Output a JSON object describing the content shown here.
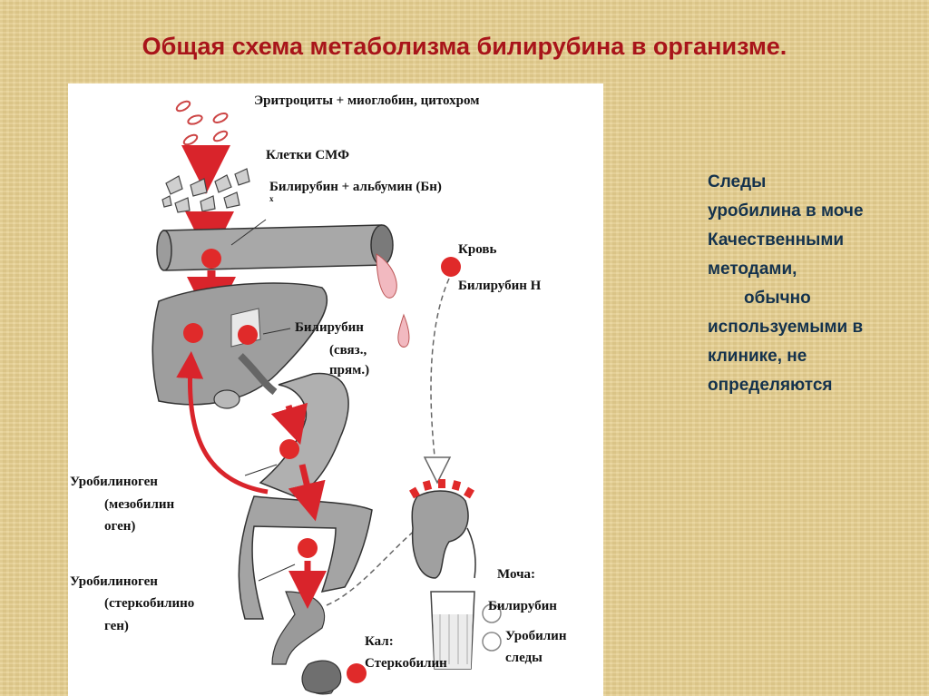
{
  "title": "Общая схема метаболизма билирубина в организме.",
  "diagram": {
    "labels": {
      "erythrocytes": "Эритроциты + миоглобин, цитохром",
      "smf_cells": "Клетки СМФ",
      "bilirubin_albumin": "Билирубин + альбумин (Бн)",
      "blood": "Кровь",
      "bilirubin_n": "Билирубин Н",
      "bilirubin_bound": [
        "Билирубин",
        "(связ.,",
        "прям.)"
      ],
      "urobilinogen_meso": [
        "Уробилиноген",
        "(мезобилин",
        "оген)"
      ],
      "urobilinogen_sterco": [
        "Уробилиноген",
        "(стеркобилино",
        "ген)"
      ],
      "urine": "Моча:",
      "urine_bilirubin": "Билирубин",
      "urine_urobilin": [
        "Уробилин",
        "следы"
      ],
      "feces": [
        "Кал:",
        "Стеркобилин"
      ],
      "x_mark": "x"
    },
    "colors": {
      "arrow_red": "#d9242b",
      "organ_gray": "#9a9a9a",
      "dot_red": "#e02a2a"
    }
  },
  "side_note": {
    "lines": [
      "Следы",
      "уробилина в моче",
      "Качественными",
      "методами,",
      "обычно",
      "используемыми в",
      "клинике, не",
      "определяются"
    ]
  }
}
